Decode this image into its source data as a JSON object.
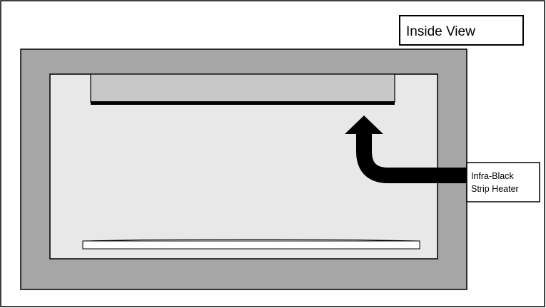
{
  "title_label": "Inside View",
  "heater_label": {
    "line1": "Infra-Black",
    "line2": "Strip Heater"
  },
  "colors": {
    "outer_wall": "#a6a6a6",
    "inner_cavity": "#e8e8e8",
    "heater_housing": "#c8c8c8",
    "heater_strip": "#000000",
    "arrow": "#000000",
    "tray": "#ffffff"
  }
}
